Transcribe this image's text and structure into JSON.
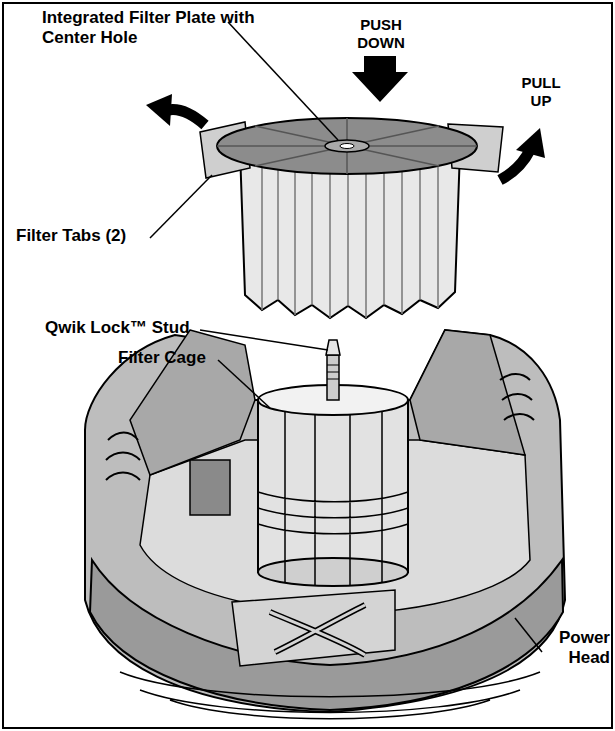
{
  "diagram": {
    "labels": [
      "Integrated Filter Plate with Center Hole",
      "PUSH DOWN",
      "PULL UP",
      "Filter Tabs (2)",
      "Qwik Lock™ Stud",
      "Filter Cage",
      "Power Head"
    ]
  }
}
